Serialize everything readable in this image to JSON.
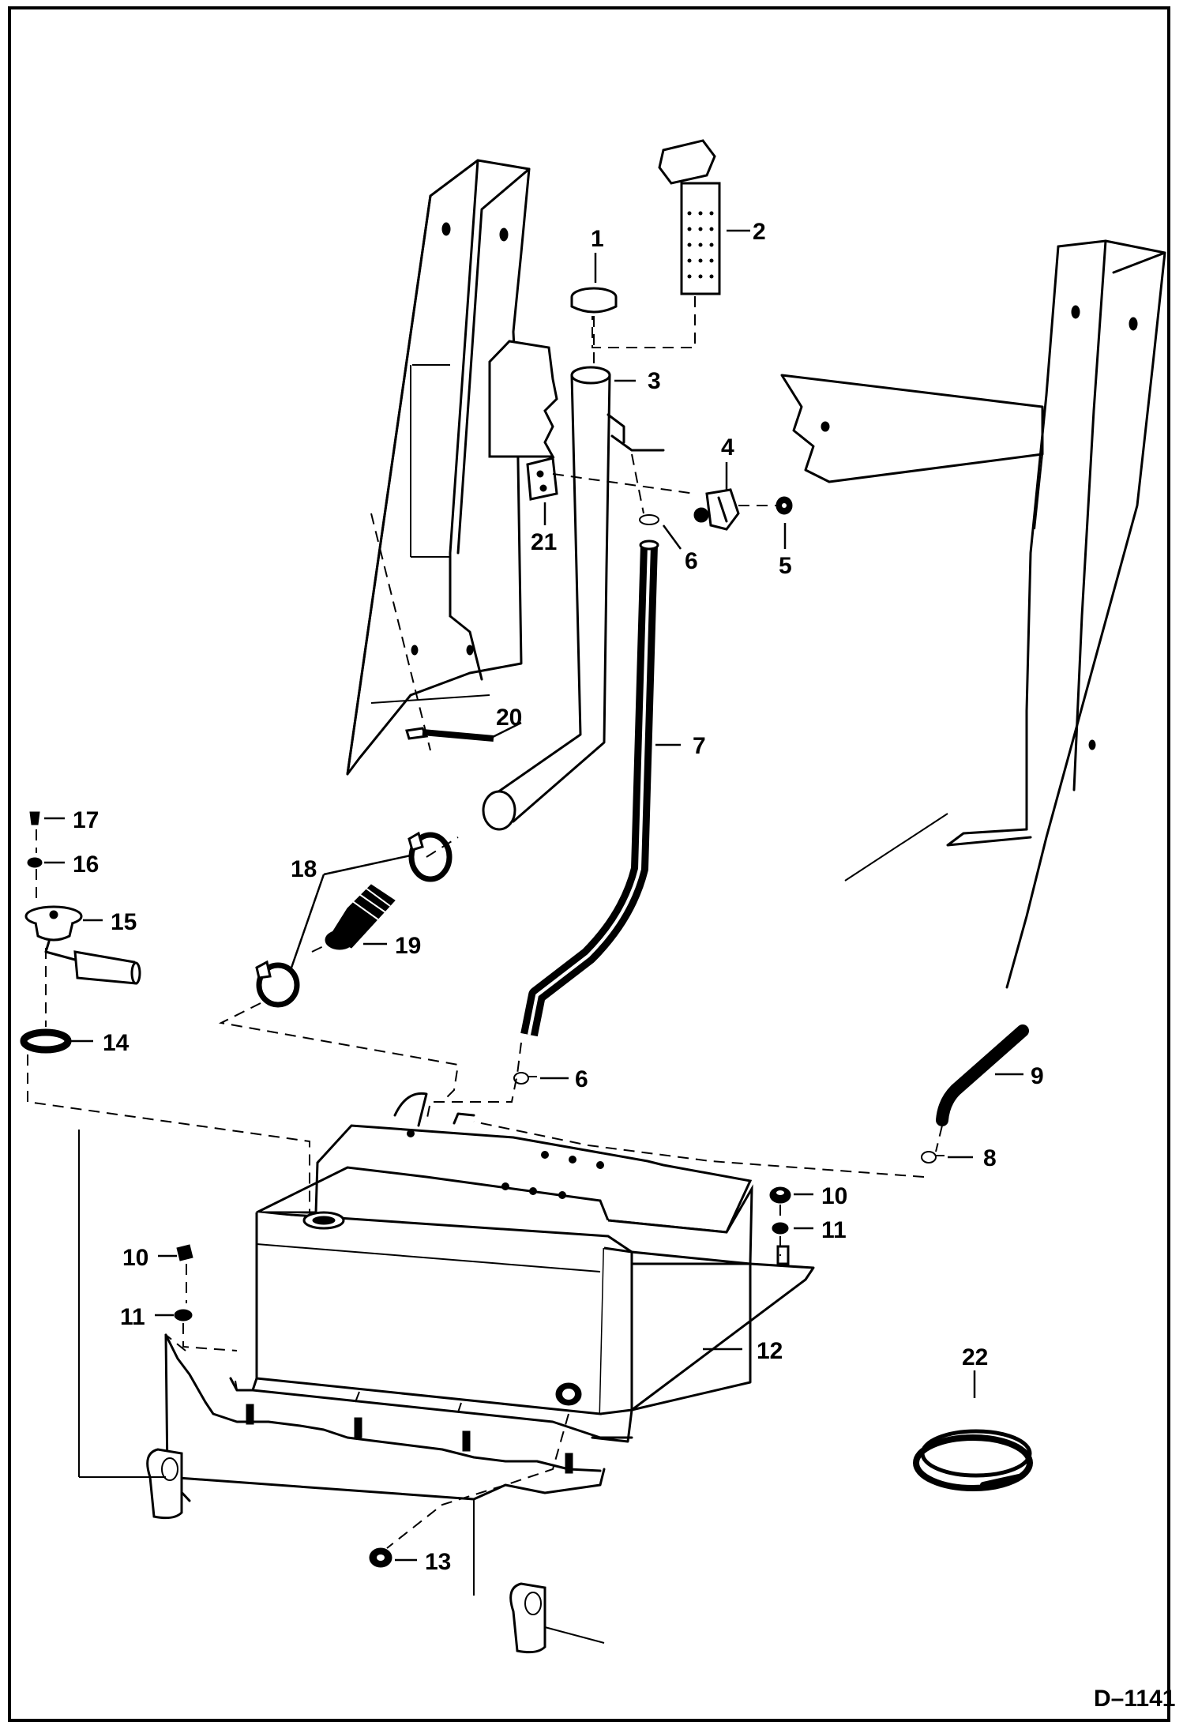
{
  "drawing_code": "D–1141",
  "callouts": [
    {
      "id": "1",
      "label": "1"
    },
    {
      "id": "2",
      "label": "2"
    },
    {
      "id": "3",
      "label": "3"
    },
    {
      "id": "4",
      "label": "4"
    },
    {
      "id": "5",
      "label": "5"
    },
    {
      "id": "6a",
      "label": "6"
    },
    {
      "id": "6b",
      "label": "6"
    },
    {
      "id": "7",
      "label": "7"
    },
    {
      "id": "8",
      "label": "8"
    },
    {
      "id": "9",
      "label": "9"
    },
    {
      "id": "10a",
      "label": "10"
    },
    {
      "id": "10b",
      "label": "10"
    },
    {
      "id": "11a",
      "label": "11"
    },
    {
      "id": "11b",
      "label": "11"
    },
    {
      "id": "12",
      "label": "12"
    },
    {
      "id": "13",
      "label": "13"
    },
    {
      "id": "14",
      "label": "14"
    },
    {
      "id": "15",
      "label": "15"
    },
    {
      "id": "16",
      "label": "16"
    },
    {
      "id": "17",
      "label": "17"
    },
    {
      "id": "18",
      "label": "18"
    },
    {
      "id": "19",
      "label": "19"
    },
    {
      "id": "20",
      "label": "20"
    },
    {
      "id": "21",
      "label": "21"
    },
    {
      "id": "22",
      "label": "22"
    }
  ]
}
